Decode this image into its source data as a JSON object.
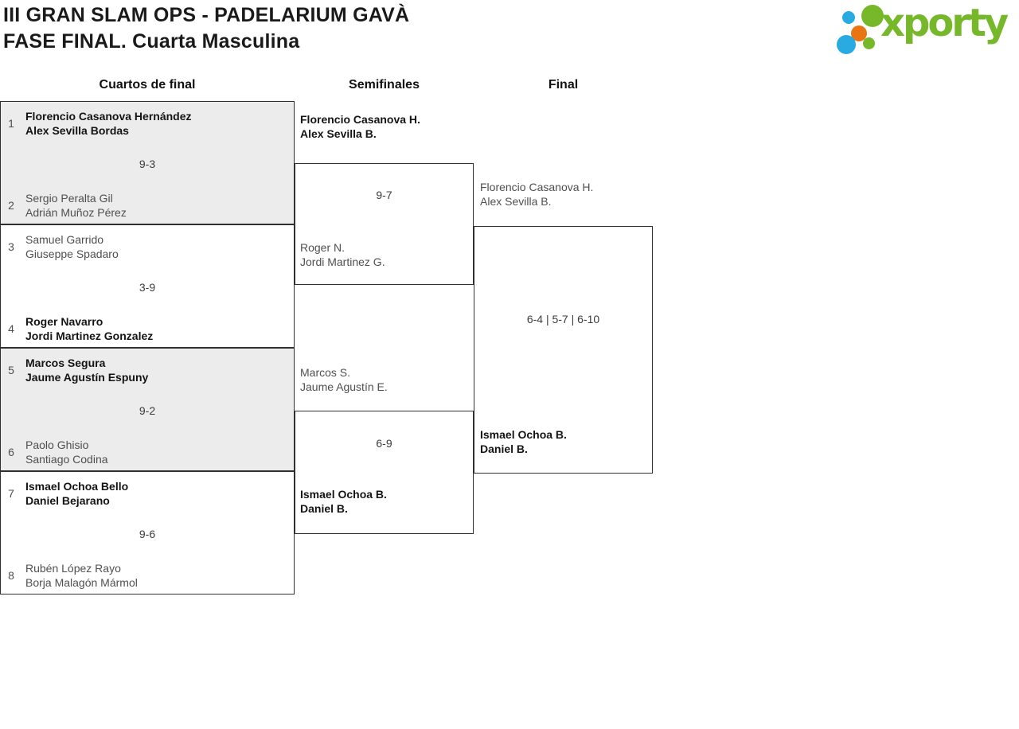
{
  "page": {
    "title_line1": "III GRAN SLAM OPS - PADELARIUM GAVÀ",
    "title_line2": "FASE FINAL. Cuarta Masculina"
  },
  "logo": {
    "text": "xporty"
  },
  "colors": {
    "logo_green": "#76b82a",
    "logo_blue": "#29abe2",
    "logo_orange": "#e87511",
    "winner_text": "#141414",
    "loser_text": "#4f4f4f",
    "border": "#2f2f2f",
    "shaded_box": "#ececec",
    "heading_text": "#111111"
  },
  "rounds": [
    {
      "label": "Cuartos de final"
    },
    {
      "label": "Semifinales"
    },
    {
      "label": "Final"
    }
  ],
  "quarterfinals": [
    {
      "top": {
        "seed": "1",
        "line1": "Florencio Casanova Hernández",
        "line2": "Alex Sevilla Bordas",
        "winner": true
      },
      "bottom": {
        "seed": "2",
        "line1": "Sergio Peralta Gil",
        "line2": "Adrián Muñoz Pérez",
        "winner": false
      },
      "score": "9-3"
    },
    {
      "top": {
        "seed": "3",
        "line1": "Samuel Garrido",
        "line2": "Giuseppe Spadaro",
        "winner": false
      },
      "bottom": {
        "seed": "4",
        "line1": "Roger Navarro",
        "line2": "Jordi Martinez Gonzalez",
        "winner": true
      },
      "score": "3-9"
    },
    {
      "top": {
        "seed": "5",
        "line1": "Marcos Segura",
        "line2": "Jaume Agustín Espuny",
        "winner": true
      },
      "bottom": {
        "seed": "6",
        "line1": "Paolo Ghisio",
        "line2": "Santiago Codina",
        "winner": false
      },
      "score": "9-2"
    },
    {
      "top": {
        "seed": "7",
        "line1": "Ismael Ochoa Bello",
        "line2": "Daniel Bejarano",
        "winner": true
      },
      "bottom": {
        "seed": "8",
        "line1": "Rubén López Rayo",
        "line2": "Borja Malagón Mármol",
        "winner": false
      },
      "score": "9-6"
    }
  ],
  "semifinals": [
    {
      "top": {
        "line1": "Florencio Casanova H.",
        "line2": "Alex Sevilla B.",
        "winner": true
      },
      "bottom": {
        "line1": "Roger N.",
        "line2": "Jordi Martinez G.",
        "winner": false
      },
      "score": "9-7"
    },
    {
      "top": {
        "line1": "Marcos S.",
        "line2": "Jaume Agustín E.",
        "winner": false
      },
      "bottom": {
        "line1": "Ismael Ochoa B.",
        "line2": "Daniel B.",
        "winner": true
      },
      "score": "6-9"
    }
  ],
  "final": {
    "top": {
      "line1": "Florencio Casanova H.",
      "line2": "Alex Sevilla B.",
      "winner": false
    },
    "bottom": {
      "line1": "Ismael Ochoa B.",
      "line2": "Daniel B.",
      "winner": true
    },
    "score": "6-4 | 5-7 | 6-10"
  }
}
